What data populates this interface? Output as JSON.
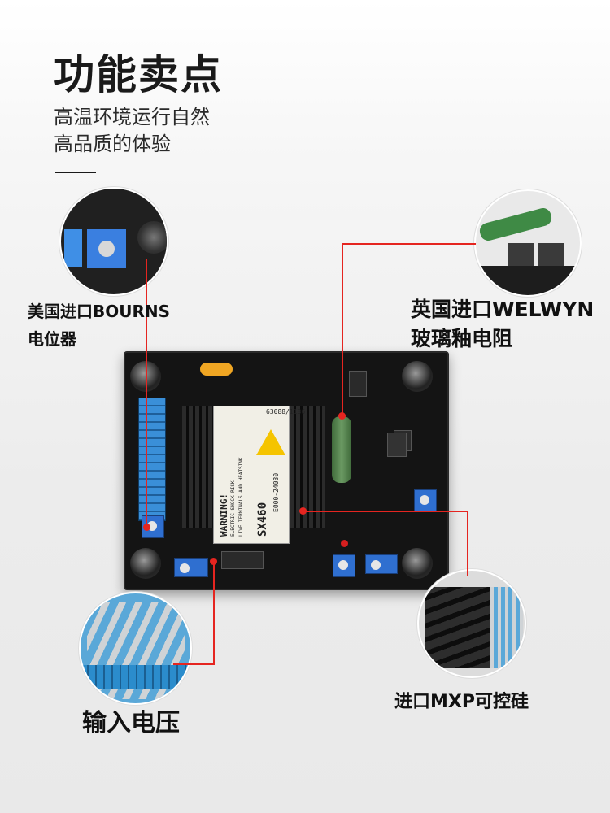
{
  "header": {
    "title": "功能卖点",
    "subtitle_line1": "高温环境运行自然",
    "subtitle_line2": "高品质的体验"
  },
  "board": {
    "model": "SX460",
    "warning": "WARNING!",
    "warning_text": "ELECTRIC SHOCK RISK",
    "terminals_text": "LIVE TERMINALS AND HEATSINK",
    "part_code": "E000-24030",
    "serial": "63088/1186"
  },
  "callouts": {
    "bourns_line1": "美国进口BOURNS",
    "bourns_line2": "电位器",
    "welwyn_line1": "英国进口WELWYN",
    "welwyn_line2": "玻璃釉电阻",
    "input_voltage": "输入电压",
    "mxp_scr": "进口MXP可控硅"
  },
  "colors": {
    "accent_red": "#e52520",
    "board_black": "#141414",
    "terminal_blue": "#3a8fd8"
  }
}
